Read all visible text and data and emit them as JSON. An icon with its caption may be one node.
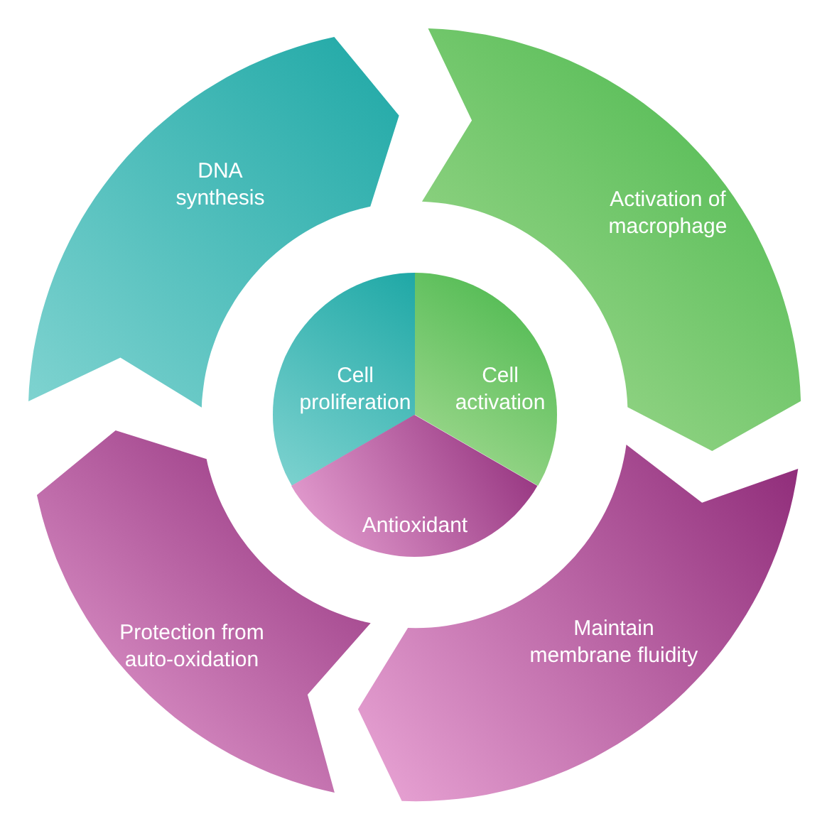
{
  "diagram": {
    "nodes": [
      {
        "text": [
          "DNA synthesis"
        ]
      },
      {
        "text": [
          "Activation of macrophage"
        ]
      },
      {
        "text": [
          "Cell proliferation"
        ]
      },
      {
        "text": [
          "Cell activation"
        ]
      },
      {
        "text": [
          "Antioxidant"
        ]
      },
      {
        "text": [
          "Protection from auto-oxidation"
        ]
      },
      {
        "text": [
          "Maintain membrane fluidity"
        ]
      }
    ]
  }
}
